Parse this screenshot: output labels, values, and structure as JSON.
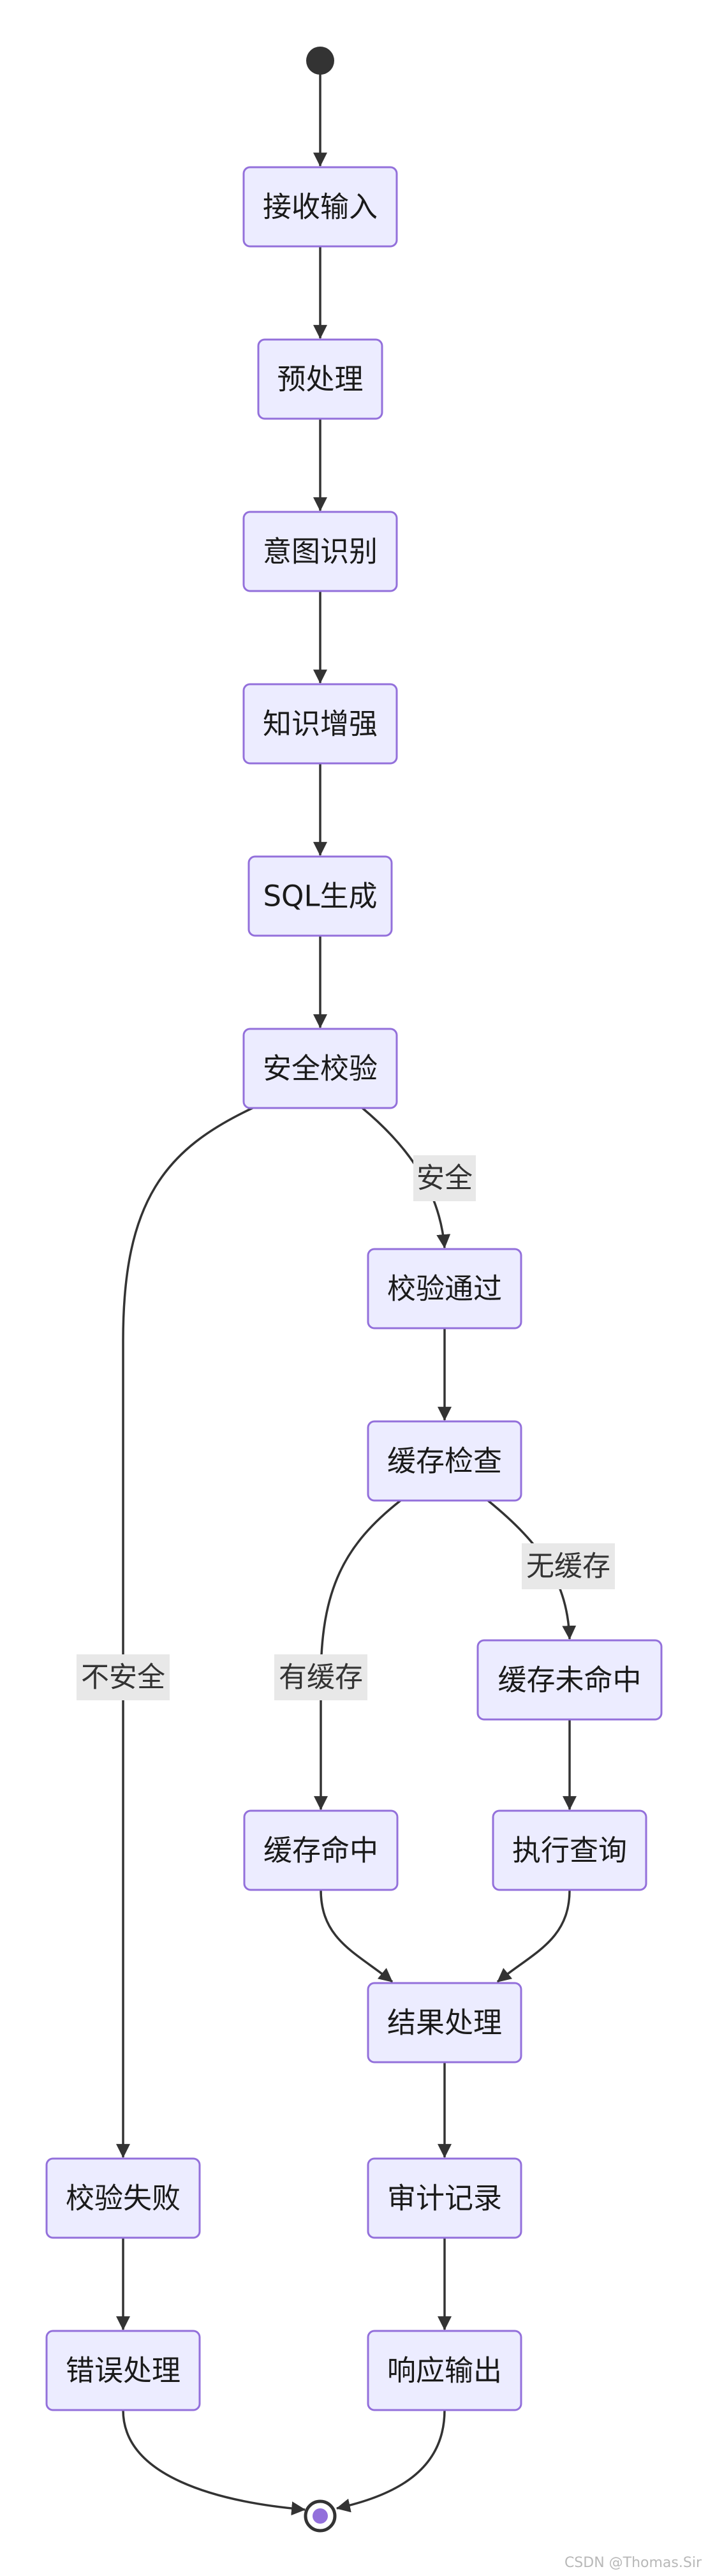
{
  "nodes": {
    "receive_input": "接收输入",
    "preprocess": "预处理",
    "intent": "意图识别",
    "knowledge": "知识增强",
    "sql_gen": "SQL生成",
    "security_check": "安全校验",
    "check_pass": "校验通过",
    "cache_check": "缓存检查",
    "cache_miss": "缓存未命中",
    "cache_hit": "缓存命中",
    "exec_query": "执行查询",
    "result_process": "结果处理",
    "check_fail": "校验失败",
    "audit_log": "审计记录",
    "error_handle": "错误处理",
    "response_output": "响应输出"
  },
  "edge_labels": {
    "safe": "安全",
    "unsafe": "不安全",
    "no_cache": "无缓存",
    "has_cache": "有缓存"
  },
  "colors": {
    "node_fill": "#ececff",
    "node_stroke": "#9370db",
    "edge": "#333333",
    "label_bg": "#e8e8e8",
    "start_dot": "#333333",
    "end_inner": "#9370db"
  },
  "watermark": "CSDN @Thomas.Sir"
}
